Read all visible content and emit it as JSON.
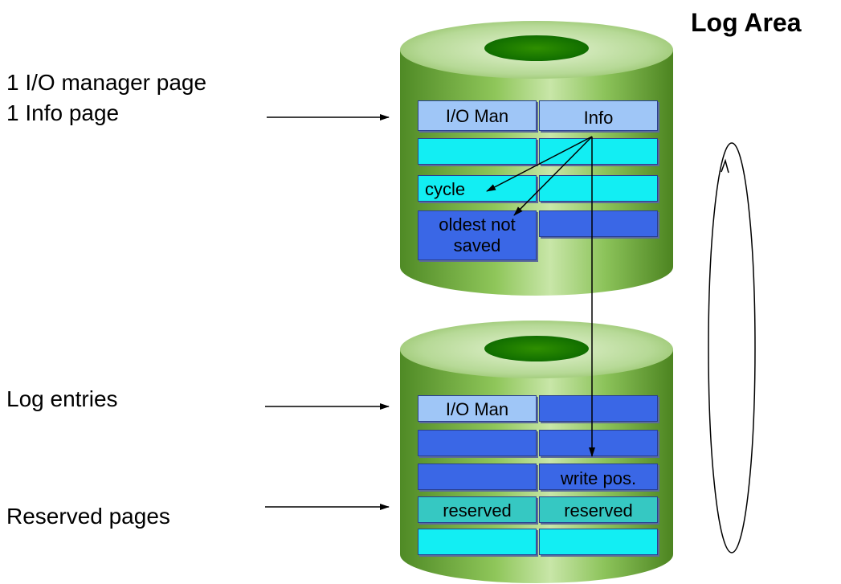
{
  "title": "Log Area",
  "labels": {
    "io_manager_page": "1 I/O manager page",
    "info_page": "1 Info page",
    "log_entries": "Log entries",
    "reserved_pages": "Reserved pages"
  },
  "upper_cylinder": {
    "io_man": "I/O Man",
    "info": "Info",
    "cycle": "cycle",
    "oldest_not_saved_line1": "oldest not",
    "oldest_not_saved_line2": "saved"
  },
  "lower_cylinder": {
    "io_man": "I/O Man",
    "write_pos": "write pos.",
    "reserved_left": "reserved",
    "reserved_right": "reserved"
  },
  "colors": {
    "cylinder_green": "#5e9c2c",
    "cylinder_highlight": "#c6e7a9",
    "light_blue": "#9fc6f7",
    "cyan": "#12eef3",
    "blue": "#3a67e6",
    "teal": "#36c8c2"
  }
}
